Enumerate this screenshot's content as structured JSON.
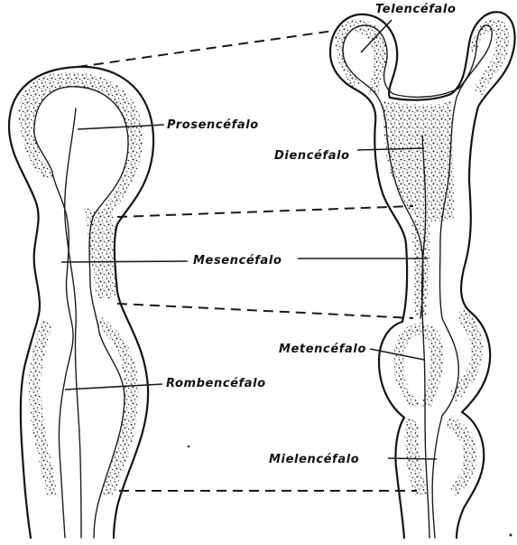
{
  "labels": {
    "telencefalo": "Telencéfalo",
    "prosencefalo": "Prosencéfalo",
    "diencefalo": "Diencéfalo",
    "mesencefalo": "Mesencéfalo",
    "metencefalo": "Metencéfalo",
    "rombencefalo": "Rombencéfalo",
    "mielencefalo": "Mielencéfalo"
  },
  "colors": {
    "ink": "#141414",
    "background": "#ffffff"
  }
}
